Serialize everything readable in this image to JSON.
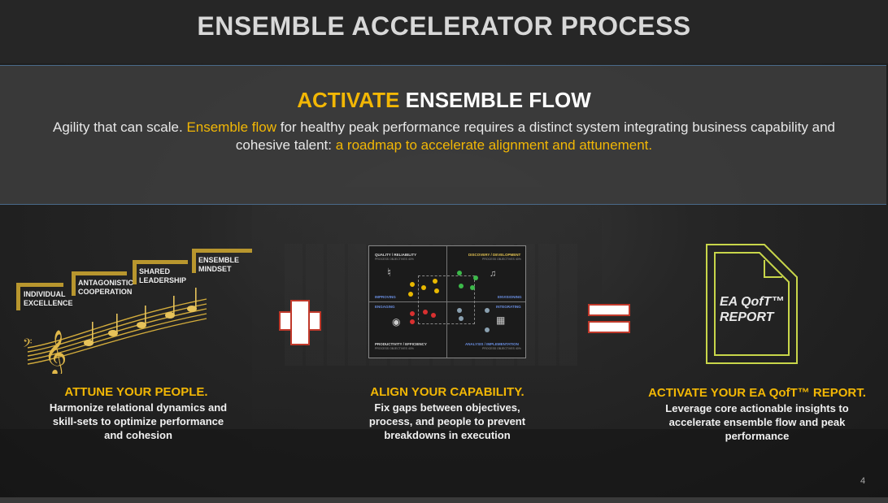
{
  "title": "ENSEMBLE ACCELERATOR PROCESS",
  "band": {
    "title_accent": "ACTIVATE",
    "title_rest": "ENSEMBLE FLOW",
    "text_1": "Agility that can scale.",
    "text_2": "Ensemble flow",
    "text_3": "for healthy peak performance requires a distinct system integrating business capability and cohesive talent:",
    "text_4": "a roadmap to accelerate alignment and attunement."
  },
  "steps": {
    "s1": "INDIVIDUAL EXCELLENCE",
    "s2": "ANTAGONISTIC COOPERATION",
    "s3": "SHARED LEADERSHIP",
    "s4": "ENSEMBLE MINDSET"
  },
  "matrix": {
    "q1": "QUALITY / RELIABILITY",
    "q1_sub": "PROCESS OBJECTIVES 40%",
    "q2": "DISCOVERY / DEVELOPMENT",
    "q2_sub": "PROCESS OBJECTIVES 40%",
    "q3": "PRODUCTIVITY / EFFICIENCY",
    "q3_sub": "PROCESS OBJECTIVES 40%",
    "q4": "ANALYSIS / IMPLEMENTATION",
    "q4_sub": "PROCESS OBJECTIVES 40%",
    "l1": "IMPROVING",
    "l2": "ENVISIONING",
    "l3": "ENGAGING",
    "l4": "INTEGRATING"
  },
  "report": {
    "line1": "EA QofT™",
    "line2": "REPORT"
  },
  "columns": {
    "c1_head": "ATTUNE YOUR PEOPLE.",
    "c1_body": "Harmonize relational dynamics and skill-sets to optimize performance and  cohesion",
    "c2_head": "ALIGN YOUR CAPABILITY.",
    "c2_body": "Fix gaps between objectives, process, and people to prevent breakdowns in execution",
    "c3_head": "ACTIVATE YOUR EA QofT™ REPORT.",
    "c3_body": "Leverage core actionable insights to accelerate ensemble flow and peak performance"
  },
  "page_number": "4",
  "colors": {
    "gold": "#f2b705",
    "accent_red": "#c0392b",
    "doc_outline": "#c8d64a"
  }
}
